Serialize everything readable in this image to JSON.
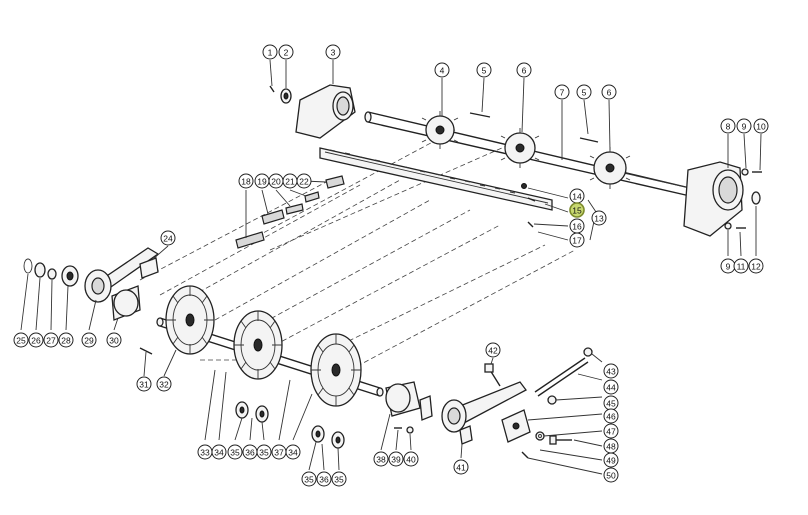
{
  "callouts": [
    {
      "id": "c1",
      "label": "1"
    },
    {
      "id": "c2",
      "label": "2"
    },
    {
      "id": "c3",
      "label": "3"
    },
    {
      "id": "c4",
      "label": "4"
    },
    {
      "id": "c5a",
      "label": "5"
    },
    {
      "id": "c6a",
      "label": "6"
    },
    {
      "id": "c7",
      "label": "7"
    },
    {
      "id": "c5b",
      "label": "5"
    },
    {
      "id": "c6b",
      "label": "6"
    },
    {
      "id": "c8",
      "label": "8"
    },
    {
      "id": "c9a",
      "label": "9"
    },
    {
      "id": "c10",
      "label": "10"
    },
    {
      "id": "c9b",
      "label": "9"
    },
    {
      "id": "c11",
      "label": "11"
    },
    {
      "id": "c12",
      "label": "12"
    },
    {
      "id": "c13",
      "label": "13"
    },
    {
      "id": "c14",
      "label": "14"
    },
    {
      "id": "c15",
      "label": "15",
      "highlight": true
    },
    {
      "id": "c16",
      "label": "16"
    },
    {
      "id": "c17",
      "label": "17"
    },
    {
      "id": "c18",
      "label": "18"
    },
    {
      "id": "c19",
      "label": "19"
    },
    {
      "id": "c20",
      "label": "20"
    },
    {
      "id": "c21",
      "label": "21"
    },
    {
      "id": "c22",
      "label": "22"
    },
    {
      "id": "c24",
      "label": "24"
    },
    {
      "id": "c25",
      "label": "25"
    },
    {
      "id": "c26",
      "label": "26"
    },
    {
      "id": "c27",
      "label": "27"
    },
    {
      "id": "c28",
      "label": "28"
    },
    {
      "id": "c29",
      "label": "29"
    },
    {
      "id": "c30",
      "label": "30"
    },
    {
      "id": "c31",
      "label": "31"
    },
    {
      "id": "c32",
      "label": "32"
    },
    {
      "id": "c33",
      "label": "33"
    },
    {
      "id": "c34a",
      "label": "34"
    },
    {
      "id": "c35a",
      "label": "35"
    },
    {
      "id": "c36a",
      "label": "36"
    },
    {
      "id": "c35b",
      "label": "35"
    },
    {
      "id": "c37",
      "label": "37"
    },
    {
      "id": "c34b",
      "label": "34"
    },
    {
      "id": "c35c",
      "label": "35"
    },
    {
      "id": "c36b",
      "label": "36"
    },
    {
      "id": "c35d",
      "label": "35"
    },
    {
      "id": "c38",
      "label": "38"
    },
    {
      "id": "c39",
      "label": "39"
    },
    {
      "id": "c40",
      "label": "40"
    },
    {
      "id": "c41",
      "label": "41"
    },
    {
      "id": "c42",
      "label": "42"
    },
    {
      "id": "c43",
      "label": "43"
    },
    {
      "id": "c44",
      "label": "44"
    },
    {
      "id": "c45",
      "label": "45"
    },
    {
      "id": "c46",
      "label": "46"
    },
    {
      "id": "c47",
      "label": "47"
    },
    {
      "id": "c48",
      "label": "48"
    },
    {
      "id": "c49",
      "label": "49"
    },
    {
      "id": "c50",
      "label": "50"
    }
  ],
  "colors": {
    "line": "#222222",
    "highlight": "#c8d870",
    "background": "#ffffff"
  }
}
